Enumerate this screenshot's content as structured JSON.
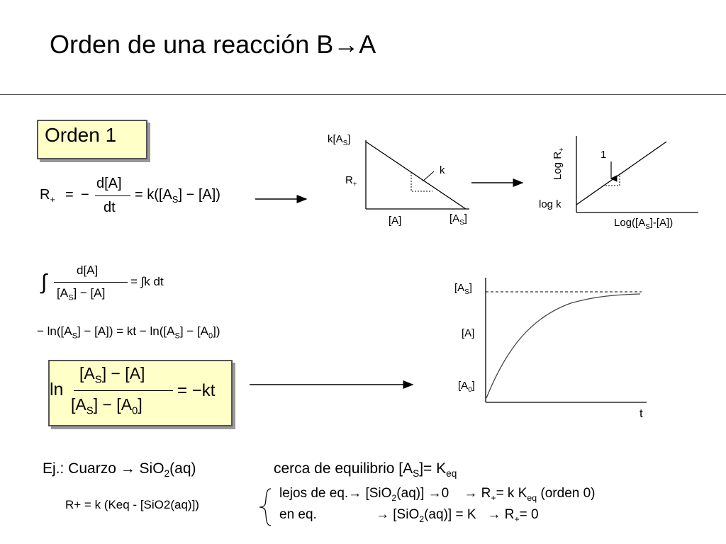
{
  "slide": {
    "title": "Orden de una reacción B→A",
    "orden_label": "Orden 1"
  },
  "eq1": {
    "lhs": "R",
    "lhs_sub": "+",
    "eq_sign": "=",
    "minus": "−",
    "num": "d[A]",
    "den": "dt",
    "rhs": "= k([A",
    "rhs_sub": "S",
    "rhs_tail": "] − [A])"
  },
  "graph1": {
    "y_top": "k[A",
    "y_top_sub": "S",
    "y_top_tail": "]",
    "y_mid": "R",
    "y_mid_sub": "+",
    "x_left": "[A]",
    "x_right": "[A",
    "x_right_sub": "S",
    "x_right_tail": "]",
    "slope": "k"
  },
  "graph2": {
    "y_axis": "Log R",
    "y_axis_sub": "+",
    "y_low": "log k",
    "x_axis": "Log([A",
    "x_axis_sub": "S",
    "x_axis_tail": "]-[A])",
    "slope": "1"
  },
  "eq2": {
    "num": "d[A]",
    "den_a": "[A",
    "den_sub": "S",
    "den_b": "] − [A]",
    "rhs": "= ∫k dt"
  },
  "eq3": {
    "text_a": "− ln([A",
    "sub1": "S",
    "text_b": "] − [A]) = kt − ln([A",
    "sub2": "S",
    "text_c": "] − [A",
    "sub3": "0",
    "text_d": "])"
  },
  "eq4": {
    "ln": "ln",
    "num_a": "[A",
    "num_sub": "S",
    "num_b": "] − [A]",
    "den_a": "[A",
    "den_sub": "S",
    "den_b": "] − [A",
    "den_sub2": "0",
    "den_c": "]",
    "rhs": "= −kt"
  },
  "graph3": {
    "y_top": "[A",
    "y_top_sub": "S",
    "y_top_tail": "]",
    "y_mid": "[A]",
    "y_low": "[A",
    "y_low_sub": "0",
    "y_low_tail": "]",
    "x_axis": "t"
  },
  "example": {
    "ej": "Ej.:  Cuarzo → SiO",
    "ej_sub": "2",
    "ej_tail": "(aq)",
    "cerca": "cerca de equilibrio [A",
    "cerca_sub": "S",
    "cerca_mid": "]= K",
    "cerca_sub2": "eq",
    "rate_eq": "R+ = k (Keq - [SiO2(aq)])",
    "lejos_a": "lejos de eq.→ [SiO",
    "lejos_sub": "2",
    "lejos_b": "(aq)] →0",
    "lejos_c": "→ R",
    "lejos_sub2": "+",
    "lejos_d": "= k K",
    "lejos_sub3": "eq",
    "lejos_e": " (orden 0)",
    "eneq_a": "en eq.",
    "eneq_b": "→ [SiO",
    "eneq_sub": "2",
    "eneq_c": "(aq)] = K",
    "eneq_d": "→ R",
    "eneq_sub2": "+",
    "eneq_e": "= 0"
  },
  "chart_data": [
    {
      "type": "line",
      "title": "",
      "xlabel": "[A]",
      "ylabel": "R+",
      "description_points": {
        "x": [
          0,
          1
        ],
        "y": [
          1,
          0
        ]
      }
    },
    {
      "type": "line",
      "title": "",
      "xlabel": "Log([AS]-[A])",
      "ylabel": "Log R+",
      "description_points": {
        "x": [
          0,
          1
        ],
        "y": [
          0,
          1
        ]
      }
    },
    {
      "type": "line",
      "title": "",
      "xlabel": "t",
      "ylabel": "[A]",
      "description_points": {
        "x": [
          0,
          0.2,
          0.4,
          0.6,
          0.8,
          1.0
        ],
        "y": [
          0,
          0.62,
          0.86,
          0.95,
          0.98,
          0.99
        ]
      }
    }
  ]
}
